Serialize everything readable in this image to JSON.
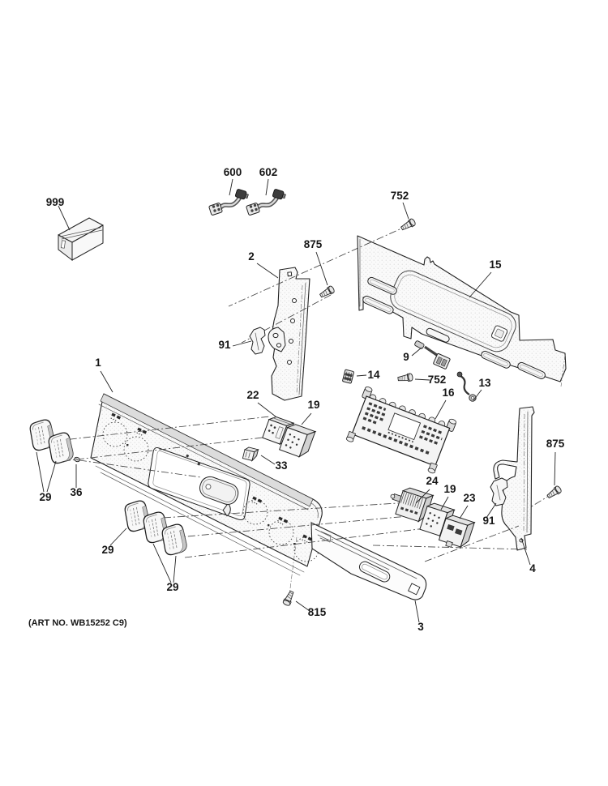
{
  "diagram": {
    "art_no": "(ART NO. WB15252 C9)",
    "ink_color": "#1a1a1a",
    "background_color": "#ffffff",
    "callouts": [
      {
        "label": "999"
      },
      {
        "label": "600"
      },
      {
        "label": "602"
      },
      {
        "label": "752"
      },
      {
        "label": "2"
      },
      {
        "label": "875"
      },
      {
        "label": "15"
      },
      {
        "label": "91"
      },
      {
        "label": "9"
      },
      {
        "label": "14"
      },
      {
        "label": "752"
      },
      {
        "label": "16"
      },
      {
        "label": "13"
      },
      {
        "label": "22"
      },
      {
        "label": "19"
      },
      {
        "label": "1"
      },
      {
        "label": "33"
      },
      {
        "label": "36"
      },
      {
        "label": "29"
      },
      {
        "label": "29"
      },
      {
        "label": "29"
      },
      {
        "label": "24"
      },
      {
        "label": "19"
      },
      {
        "label": "23"
      },
      {
        "label": "91"
      },
      {
        "label": "875"
      },
      {
        "label": "4"
      },
      {
        "label": "815"
      },
      {
        "label": "3"
      }
    ]
  }
}
